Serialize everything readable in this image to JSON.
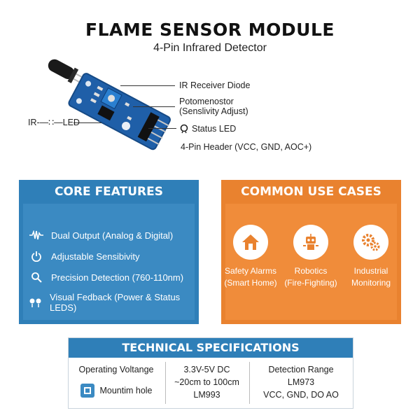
{
  "header": {
    "title": "FLAME SENSOR MODULE",
    "subtitle": "4-Pin Infrared Detector"
  },
  "callouts": {
    "ir_receiver": "IR Receiver Diode",
    "potentiometer_line1": "Potomenostor",
    "potentiometer_line2": "(Senslivity Adjust)",
    "status_led": "Status LED",
    "pin_header": "4-Pin Header (VCC, GND, AOC+)",
    "ir_led": "IR-—∷—LED"
  },
  "features": {
    "title": "CORE FEATURES",
    "items": [
      {
        "label": "Dual Output (Analog & Digital)",
        "icon": "waveform-icon"
      },
      {
        "label": "Adjustable Sensibivity",
        "icon": "power-icon"
      },
      {
        "label": "Precision Detection (760-110nm)",
        "icon": "magnifier-icon"
      },
      {
        "label": "Visual Fedback (Power & Status LEDS)",
        "icon": "led-icon"
      }
    ]
  },
  "use_cases": {
    "title": "COMMON USE CASES",
    "items": [
      {
        "line1": "Safety Alarms",
        "line2": "(Smart Home)",
        "icon": "house-icon"
      },
      {
        "line1": "Robotics",
        "line2": "(Fire-Fighting)",
        "icon": "robot-icon"
      },
      {
        "line1": "Industrial",
        "line2": "Monitoring",
        "icon": "gears-icon"
      }
    ]
  },
  "specs": {
    "title": "TECHNICAL SPECIFICATIONS",
    "col1": {
      "line1": "Operating Voltange",
      "line2": "Mountim hole"
    },
    "col2": {
      "line1": "3.3V-5V DC",
      "line2": "~20cm to 100cm",
      "line3": "LM993"
    },
    "col3": {
      "line1": "Detection Range",
      "line2": "LM973",
      "line3": "VCC, GND, DO AO"
    }
  },
  "colors": {
    "blue": "#2f7fb8",
    "orange": "#e9822f",
    "pcb_blue": "#1f5fa8"
  }
}
